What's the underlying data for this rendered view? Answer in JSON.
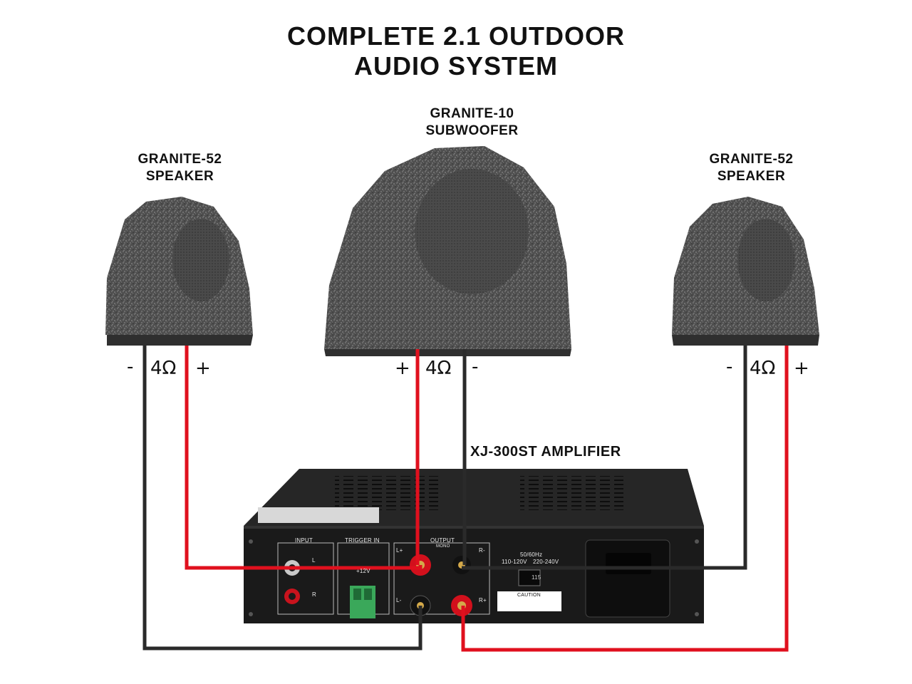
{
  "title_line1": "COMPLETE 2.1 OUTDOOR",
  "title_line2": "AUDIO SYSTEM",
  "left_speaker": {
    "line1": "GRANITE-52",
    "line2": "SPEAKER",
    "neg": "-",
    "ohm": "4Ω",
    "pos": "+"
  },
  "subwoofer": {
    "line1": "GRANITE-10",
    "line2": "SUBWOOFER",
    "pos": "+",
    "ohm": "4Ω",
    "neg": "-"
  },
  "right_speaker": {
    "line1": "GRANITE-52",
    "line2": "SPEAKER",
    "neg": "-",
    "ohm": "4Ω",
    "pos": "+"
  },
  "amplifier": {
    "name": "XJ-300ST AMPLIFIER",
    "panel": {
      "input": "INPUT",
      "trigger": "TRIGGER IN",
      "output": "OUTPUT",
      "mono": "MONO",
      "v12": "+12V",
      "l": "L",
      "r": "R",
      "l_plus": "L+",
      "r_minus": "R-",
      "l_minus": "L-",
      "r_plus": "R+",
      "hz": "50/60Hz",
      "v110": "110-120V",
      "v220": "220-240V",
      "switch": "115",
      "caution": "CAUTION"
    }
  },
  "colors": {
    "wire_positive": "#e0101e",
    "wire_negative": "#2a2a2a"
  }
}
